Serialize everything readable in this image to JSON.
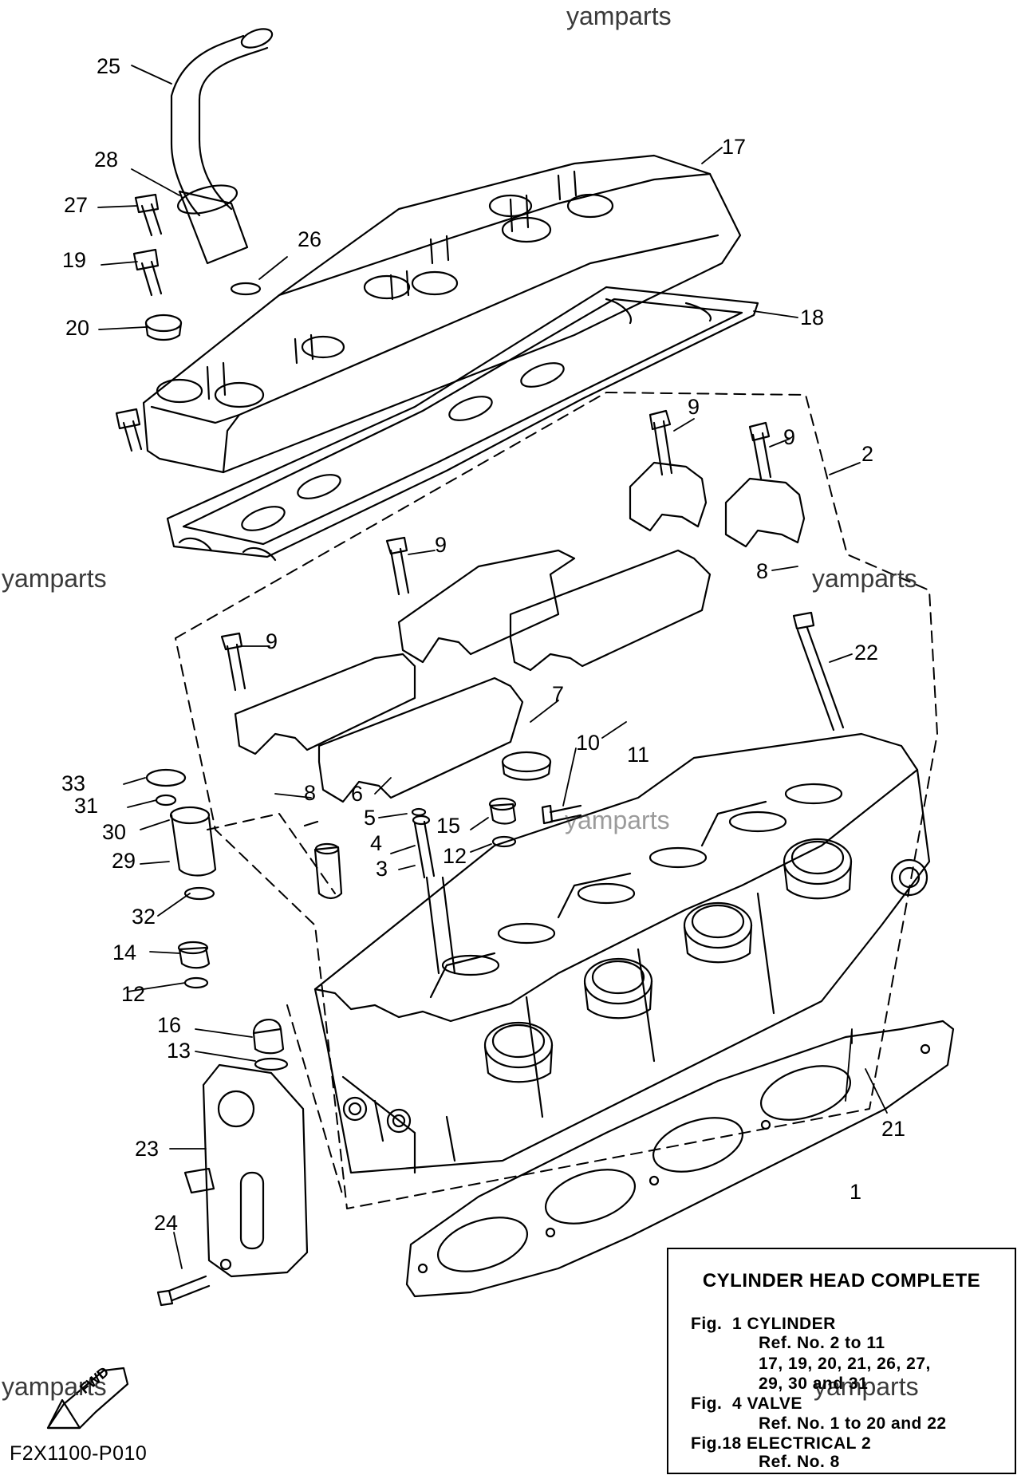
{
  "watermarks": [
    "yamparts",
    "yamparts",
    "yamparts",
    "yamparts",
    "yamparts",
    "yamparts"
  ],
  "drawing_code": "F2X1100-P010",
  "fwd_label": "FWD",
  "legend": {
    "title": "CYLINDER HEAD COMPLETE",
    "lines": [
      "Fig.  1 CYLINDER",
      "Ref. No. 2 to 11",
      "17, 19, 20, 21, 26, 27,",
      "29, 30 and 31",
      "Fig.  4 VALVE",
      "Ref. No. 1 to 20 and 22",
      "Fig.18 ELECTRICAL 2",
      "Ref. No. 8"
    ]
  },
  "callouts": [
    "25",
    "28",
    "27",
    "19",
    "26",
    "20",
    "17",
    "18",
    "9",
    "9",
    "2",
    "9",
    "8",
    "9",
    "22",
    "7",
    "8",
    "33",
    "31",
    "30",
    "29",
    "6",
    "5",
    "4",
    "3",
    "10",
    "11",
    "15",
    "12",
    "32",
    "14",
    "12",
    "16",
    "13",
    "23",
    "24",
    "21",
    "1"
  ]
}
